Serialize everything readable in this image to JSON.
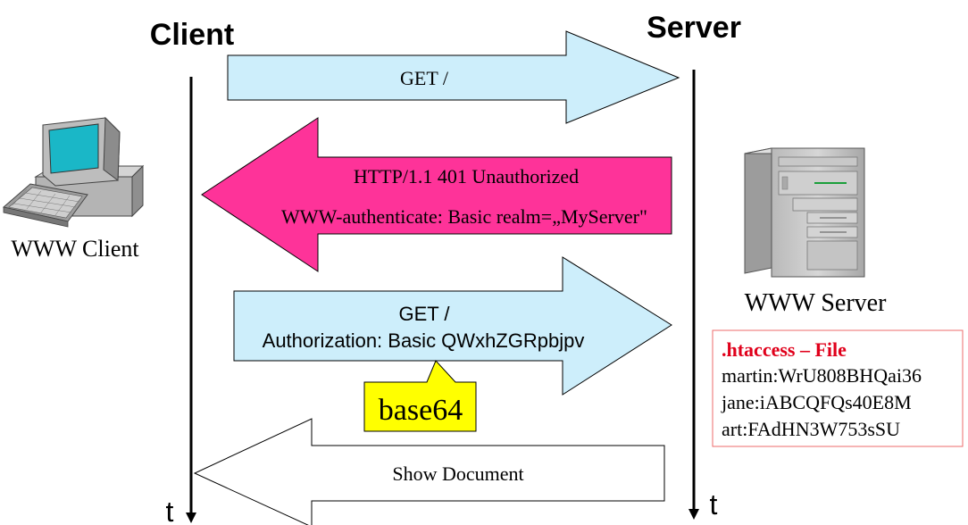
{
  "labels": {
    "client_title": "Client",
    "server_title": "Server",
    "client_name": "WWW Client",
    "server_name": "WWW Server",
    "time_client": "t",
    "time_server": "t"
  },
  "messages": {
    "get1": "GET /",
    "unauth_line1": "HTTP/1.1 401 Unauthorized",
    "unauth_line2": "WWW-authenticate: Basic realm=„MyServer\"",
    "get2_line1": "GET /",
    "get2_line2": "Authorization: Basic QWxhZGRpbjpv",
    "show": "Show Document"
  },
  "callout": {
    "text": "base64"
  },
  "htaccess": {
    "title": ".htaccess – File",
    "entries": [
      "martin:WrU808BHQai36",
      "jane:iABCQFQs40E8M",
      "art:FAdHN3W753sSU"
    ]
  },
  "colors": {
    "request_fill": "#cdeefb",
    "unauthorized_fill": "#fe3399",
    "response_fill": "#ffffff",
    "callout_fill": "#ffff00",
    "htaccess_title": "#e0001b",
    "htaccess_border": "#ee6b6b"
  },
  "icons": {
    "client": "desktop-computer-icon",
    "server": "server-tower-icon"
  }
}
